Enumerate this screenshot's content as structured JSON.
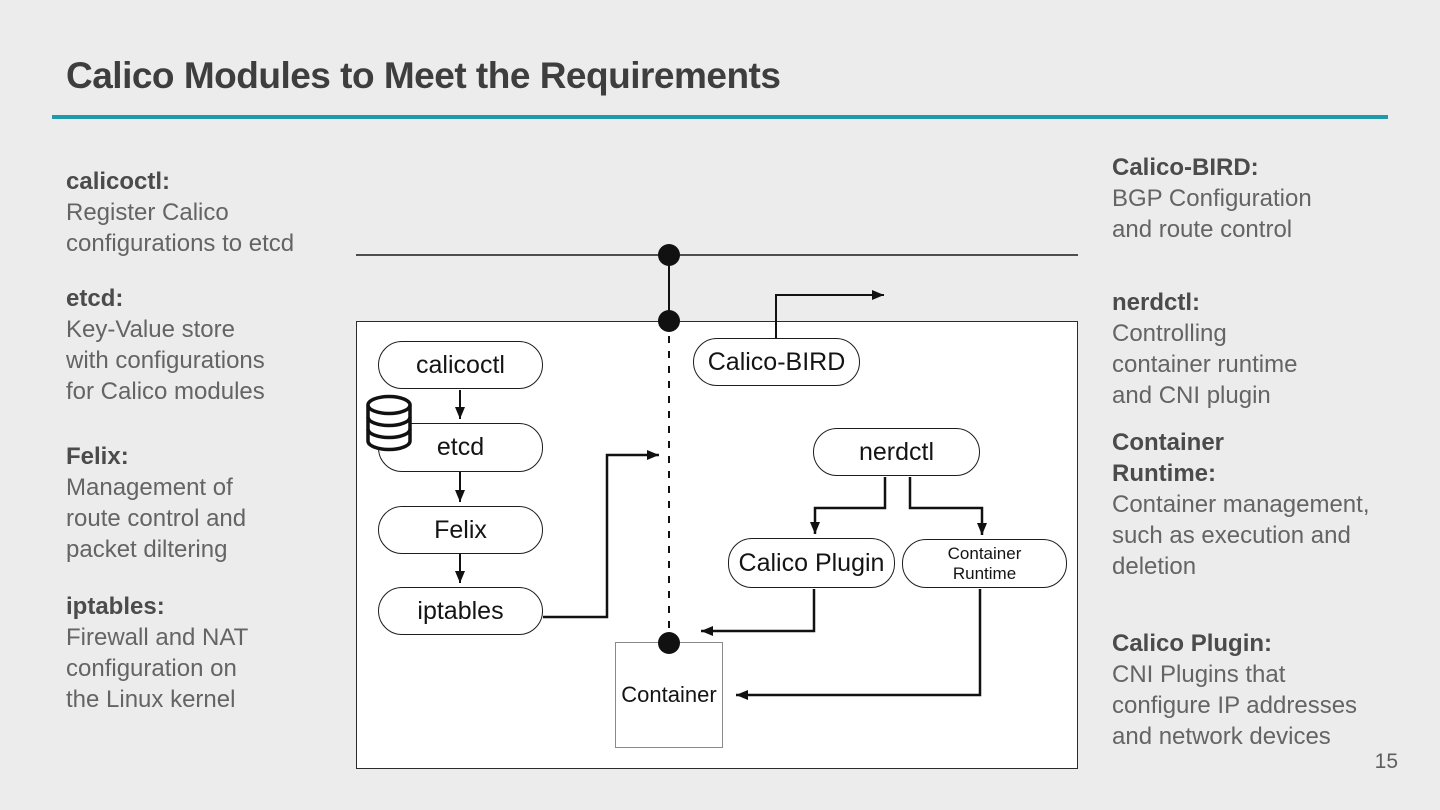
{
  "slide": {
    "title": "Calico Modules to Meet the Requirements",
    "page_number": "15",
    "accent_color": "#1f9aac"
  },
  "left_column": [
    {
      "head_lines": [
        "calicoctl:"
      ],
      "lines": [
        "Register Calico",
        "configurations to etcd"
      ]
    },
    {
      "head_lines": [
        "etcd:"
      ],
      "lines": [
        "Key-Value store",
        "with configurations",
        "for Calico modules"
      ]
    },
    {
      "head_lines": [
        "Felix:"
      ],
      "lines": [
        "Management of",
        "route control and",
        "packet diltering"
      ]
    },
    {
      "head_lines": [
        "iptables:"
      ],
      "lines": [
        "Firewall and NAT",
        "configuration on",
        "the Linux kernel"
      ]
    }
  ],
  "right_column": [
    {
      "head_lines": [
        "Calico-BIRD:"
      ],
      "lines": [
        "BGP Configuration",
        "and route control"
      ]
    },
    {
      "head_lines": [
        "nerdctl:"
      ],
      "lines": [
        "Controlling",
        "container runtime",
        "and CNI plugin"
      ]
    },
    {
      "head_lines": [
        "Container",
        "Runtime:"
      ],
      "lines": [
        "Container management,",
        "such as execution and",
        "deletion"
      ]
    },
    {
      "head_lines": [
        "Calico Plugin:"
      ],
      "lines": [
        "CNI Plugins that",
        "configure IP addresses",
        "and network devices"
      ]
    }
  ],
  "diagram": {
    "nodes": {
      "calicoctl": "calicoctl",
      "etcd": "etcd",
      "felix": "Felix",
      "iptables": "iptables",
      "calico_bird": "Calico-BIRD",
      "nerdctl": "nerdctl",
      "calico_plugin": "Calico Plugin",
      "container_runtime_line1": "Container",
      "container_runtime_line2": "Runtime",
      "container": "Container"
    },
    "icons": {
      "database_icon": "database-cylinder"
    }
  }
}
